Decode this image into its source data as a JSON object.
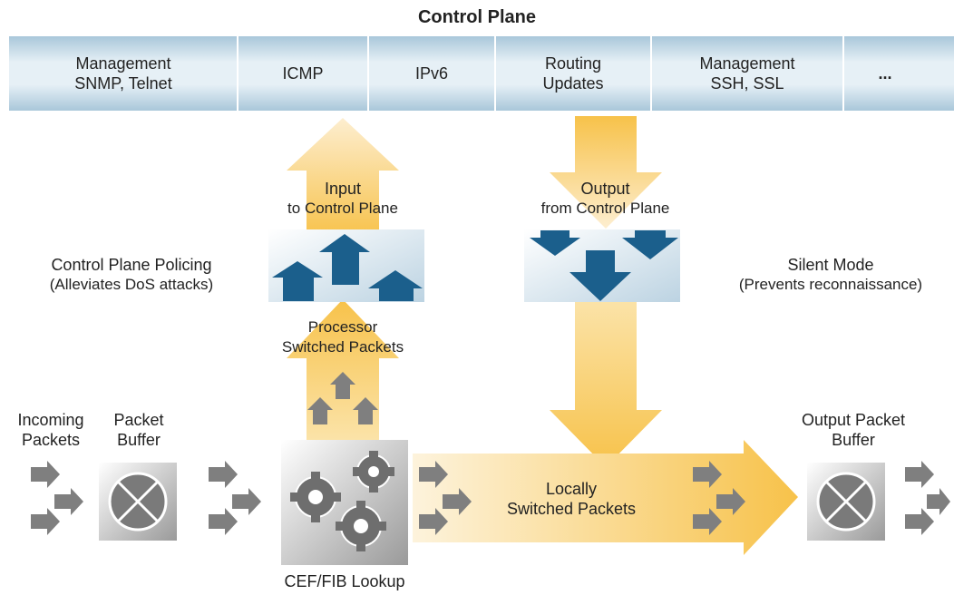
{
  "title": "Control Plane",
  "control_plane_items": [
    {
      "line1": "Management",
      "line2": "SNMP, Telnet"
    },
    {
      "line1": "ICMP",
      "line2": ""
    },
    {
      "line1": "IPv6",
      "line2": ""
    },
    {
      "line1": "Routing",
      "line2": "Updates"
    },
    {
      "line1": "Management",
      "line2": "SSH, SSL"
    },
    {
      "line1": "...",
      "line2": ""
    }
  ],
  "input": {
    "line1": "Input",
    "line2": "to Control Plane"
  },
  "output": {
    "line1": "Output",
    "line2": "from Control Plane"
  },
  "cpp": {
    "line1": "Control Plane Policing",
    "line2": "(Alleviates DoS attacks)"
  },
  "silent": {
    "line1": "Silent Mode",
    "line2": "(Prevents reconnaissance)"
  },
  "processor": {
    "line1": "Processor",
    "line2": "Switched Packets"
  },
  "incoming": {
    "line1": "Incoming",
    "line2": "Packets"
  },
  "packet_buffer": {
    "line1": "Packet",
    "line2": "Buffer"
  },
  "output_buffer": {
    "line1": "Output Packet",
    "line2": "Buffer"
  },
  "locally": {
    "line1": "Locally",
    "line2": "Switched Packets"
  },
  "cef": "CEF/FIB Lookup",
  "colors": {
    "arrow_yellow": "#f7c24a",
    "arrow_pale": "#fdf1d6",
    "blue_arrow": "#1b5f8c",
    "grey_arrow": "#7f7f7f",
    "bar_blue": "#c9dde9"
  }
}
